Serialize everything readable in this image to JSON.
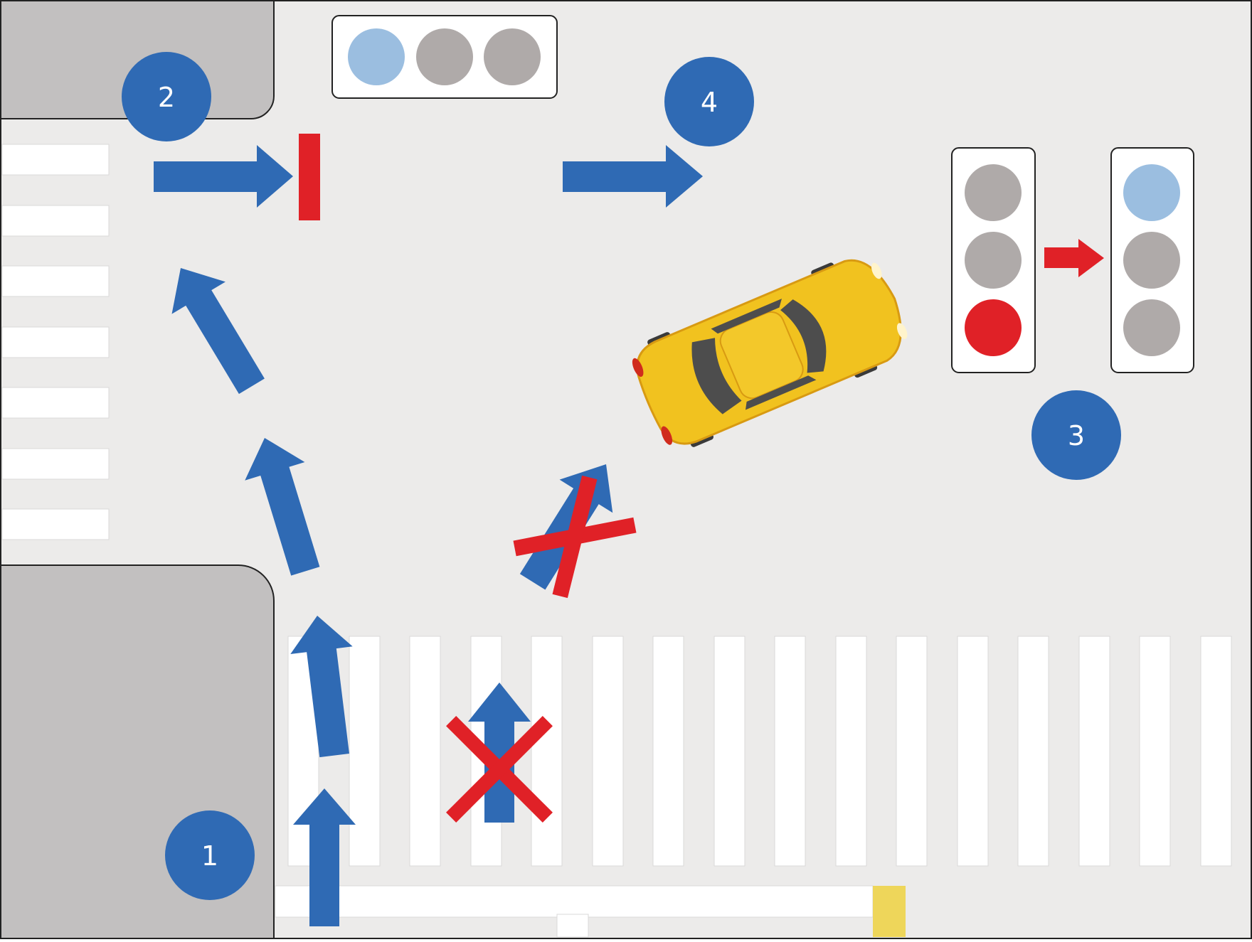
{
  "colors": {
    "road": "#ecebea",
    "sidewalk": "#c2c0c0",
    "crosswalk": "#ffffff",
    "arrow": "#2f6ab4",
    "forbidden": "#e02127",
    "light_blue": "#9bbee0",
    "light_off": "#afaaa9",
    "light_red": "#e02127",
    "car_body": "#f1c21f",
    "car_glass": "#4d4d4d",
    "tactile_paving": "#eed65a"
  },
  "markers": [
    {
      "id": "marker-1",
      "label": "1"
    },
    {
      "id": "marker-2",
      "label": "2"
    },
    {
      "id": "marker-3",
      "label": "3"
    },
    {
      "id": "marker-4",
      "label": "4"
    }
  ],
  "traffic_lights": {
    "top": [
      "blue",
      "off",
      "off"
    ],
    "side_current": [
      "off",
      "off",
      "red"
    ],
    "side_next": [
      "blue",
      "off",
      "off"
    ]
  },
  "icons": {
    "car": "car-icon",
    "stop_bar": "stop-line-icon",
    "forbidden": "cross-mark-icon",
    "change": "arrow-right-icon"
  }
}
